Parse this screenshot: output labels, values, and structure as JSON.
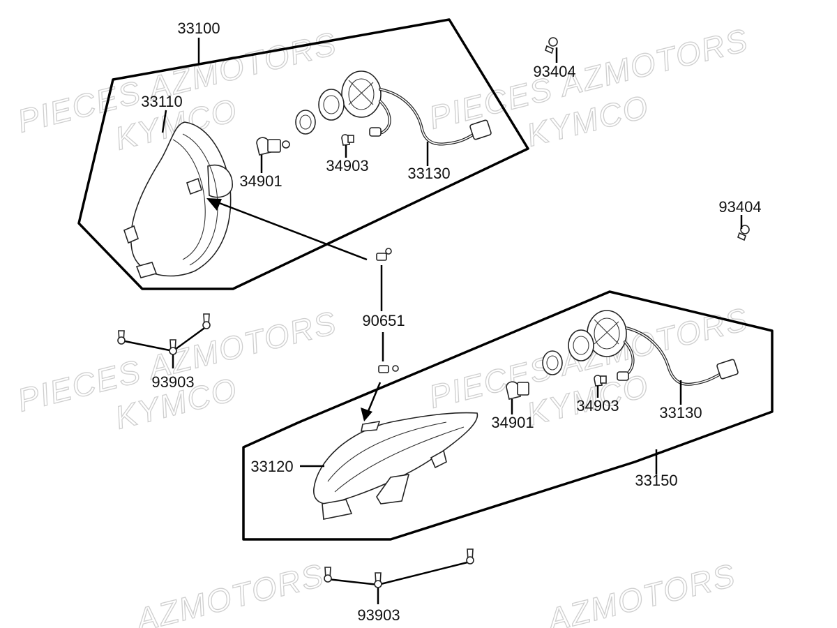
{
  "watermarks": {
    "brand": "PIECES AZMOTORS",
    "make": "KYMCO",
    "motors": "AZMOTORS"
  },
  "labels": {
    "headlight_assembly_upper": "33100",
    "headlight_lens_upper": "33110",
    "bulb_main_upper": "34901",
    "bulb_pilot_upper": "34903",
    "harness_upper": "33130",
    "screw_top_right_1": "93404",
    "screw_top_right_2": "93404",
    "adjust_screw": "90651",
    "tapping_screws_left": "93903",
    "headlight_lens_lower": "33120",
    "bulb_main_lower": "34901",
    "bulb_pilot_lower": "34903",
    "harness_lower": "33130",
    "headlight_assembly_lower": "33150",
    "tapping_screws_bottom": "93903"
  }
}
